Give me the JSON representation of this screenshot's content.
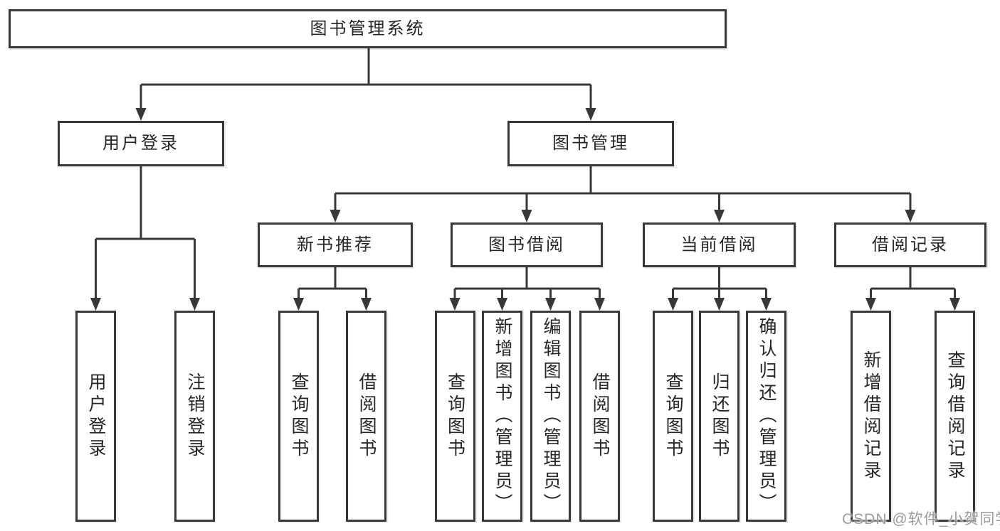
{
  "nodes": {
    "root": "图书管理系统",
    "user_login": "用户登录",
    "book_mgmt": "图书管理",
    "new_books": "新书推荐",
    "book_borrow": "图书借阅",
    "current_borrow": "当前借阅",
    "borrow_records": "借阅记录"
  },
  "leaves": {
    "user_login": [
      "用户登录",
      "注销登录"
    ],
    "new_books": [
      "查询图书",
      "借阅图书"
    ],
    "book_borrow": [
      "查询图书",
      "新增图书（管理员）",
      "编辑图书（管理员）",
      "借阅图书"
    ],
    "current_borrow": [
      "查询图书",
      "归还图书",
      "确认归还（管理员）"
    ],
    "borrow_records": [
      "新增借阅记录",
      "查询借阅记录"
    ]
  },
  "watermark": "CSDN @软件_小贺同学",
  "colors": {
    "line": "#383838",
    "text": "#262626",
    "watermark": "#9b9b9b",
    "background": "#ffffff"
  }
}
